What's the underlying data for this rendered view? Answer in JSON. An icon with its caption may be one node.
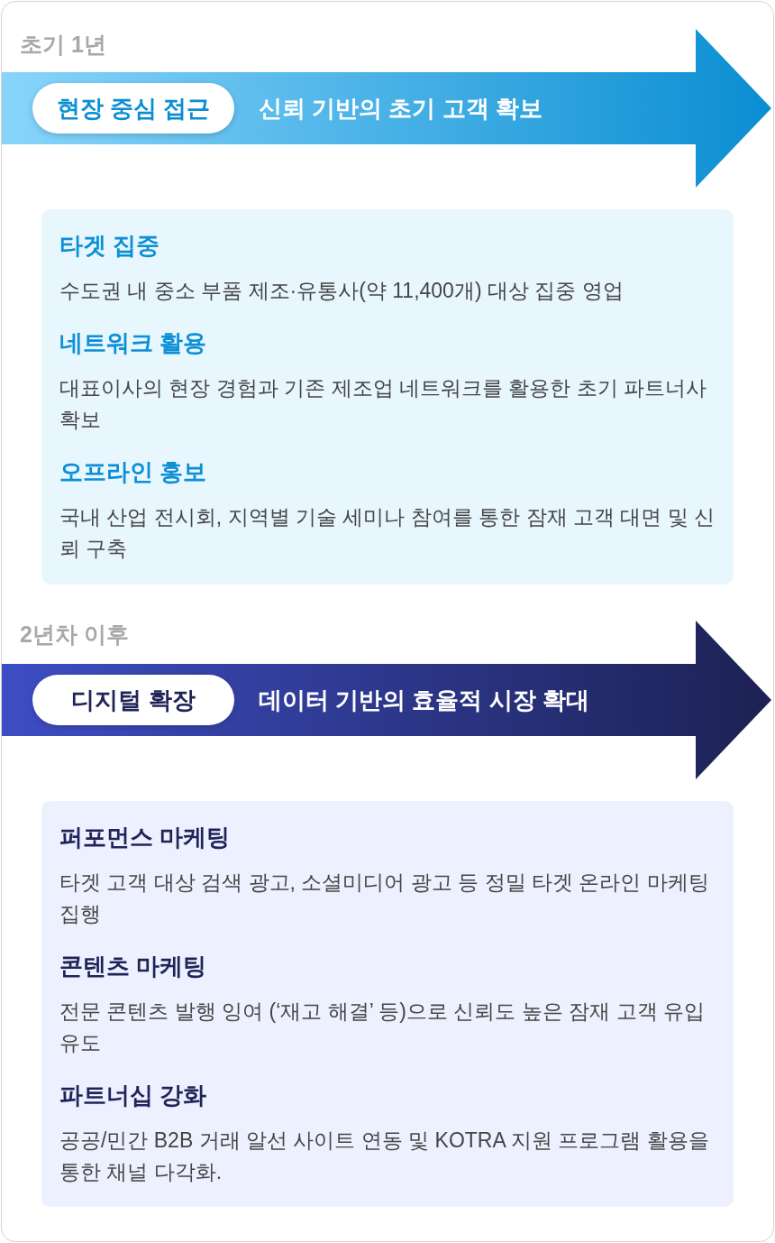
{
  "diagram": {
    "nodes": [
      {
        "text": [
          "신뢰 기반의 초기 고객 확보"
        ]
      },
      {
        "text": [
          "현장 중심 접근"
        ],
        "in": 0
      },
      {
        "text": [
          "타겟 집중",
          "수도권 내 중소 부품 제조·유통사(약 11,400개) 대상 집중 영업",
          "네트워크 활용",
          "대표이사의 현장 경험과 기존 제조업 네트워크를 활용한 초기 파트너사 확보",
          "오프라인 홍보",
          "국내 산업 전시회, 지역별 기술 세미나 참여를 통한 잠재 고객 대면 및 신뢰 구축"
        ]
      },
      {
        "text": [
          "데이터 기반의 효율적 시장 확대"
        ]
      },
      {
        "text": [
          "디지털 확장"
        ],
        "in": 3
      },
      {
        "text": [
          "퍼포먼스 마케팅",
          "타겟 고객 대상 검색 광고, 소셜미디어 광고 등 정밀 타겟 온라인 마케팅 집행",
          "콘텐츠 마케팅",
          "전문 콘텐츠 발행 잉여 (‘재고 해결’ 등)으로 신뢰도 높은 잠재 고객 유입 유도",
          "파트너십 강화",
          "공공/민간 B2B 거래 알선 사이트 연동 및 KOTRA 지원 프로그램 활용을 통한 채널 다각화."
        ]
      }
    ],
    "labels": [
      "초기 1년",
      "2년차 이후"
    ]
  }
}
